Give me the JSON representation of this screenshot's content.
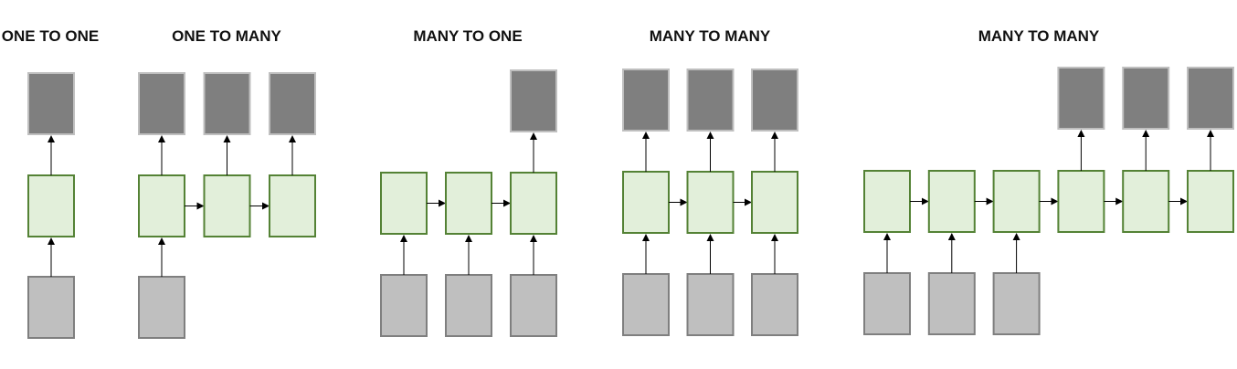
{
  "diagrams": [
    {
      "title": "ONE TO ONE",
      "steps": 1,
      "inputs": [
        0
      ],
      "outputs": [
        0
      ]
    },
    {
      "title": "ONE TO MANY",
      "steps": 3,
      "inputs": [
        0
      ],
      "outputs": [
        0,
        1,
        2
      ]
    },
    {
      "title": "MANY TO ONE",
      "steps": 3,
      "inputs": [
        0,
        1,
        2
      ],
      "outputs": [
        2
      ]
    },
    {
      "title": "MANY TO MANY",
      "steps": 3,
      "inputs": [
        0,
        1,
        2
      ],
      "outputs": [
        0,
        1,
        2
      ]
    },
    {
      "title": "MANY TO MANY",
      "steps": 6,
      "inputs": [
        0,
        1,
        2
      ],
      "outputs": [
        3,
        4,
        5
      ]
    }
  ],
  "colors": {
    "output_fill": "#7f7f7f",
    "output_stroke": "#bfbfbf",
    "hidden_fill": "#e2efda",
    "hidden_stroke": "#548235",
    "input_fill": "#bfbfbf",
    "input_stroke": "#7f7f7f",
    "arrow": "#000000"
  }
}
